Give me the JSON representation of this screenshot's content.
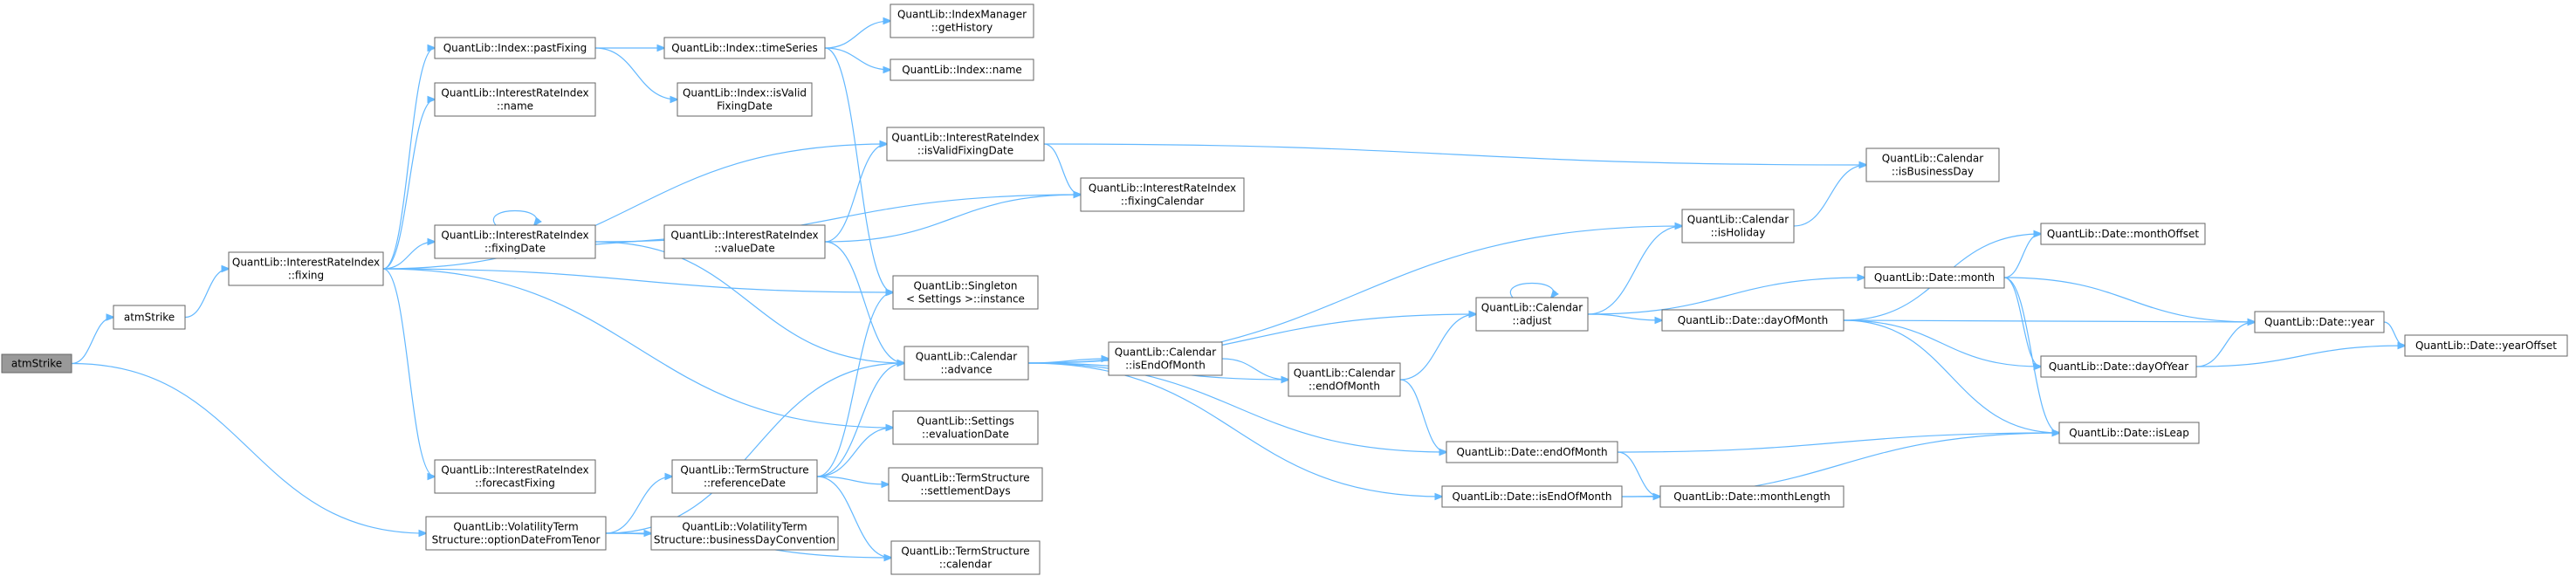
{
  "graph": {
    "colors": {
      "edge": "#63b8ff",
      "node_border": "#666666",
      "root_fill": "#999999",
      "node_fill": "#ffffff"
    },
    "nodes": [
      {
        "id": "atmStrike_root",
        "lines": [
          "atmStrike"
        ],
        "root": true
      },
      {
        "id": "atmStrike",
        "lines": [
          "atmStrike"
        ]
      },
      {
        "id": "iri_fixing",
        "lines": [
          "QuantLib::InterestRateIndex",
          "::fixing"
        ]
      },
      {
        "id": "idx_pastFixing",
        "lines": [
          "QuantLib::Index::pastFixing"
        ]
      },
      {
        "id": "iri_name",
        "lines": [
          "QuantLib::InterestRateIndex",
          "::name"
        ]
      },
      {
        "id": "iri_fixingDate",
        "lines": [
          "QuantLib::InterestRateIndex",
          "::fixingDate"
        ]
      },
      {
        "id": "iri_forecastFixing",
        "lines": [
          "QuantLib::InterestRateIndex",
          "::forecastFixing"
        ]
      },
      {
        "id": "vts_optionDate",
        "lines": [
          "QuantLib::VolatilityTerm",
          "Structure::optionDateFromTenor"
        ]
      },
      {
        "id": "idx_timeSeries",
        "lines": [
          "QuantLib::Index::timeSeries"
        ]
      },
      {
        "id": "idx_isValidFixingDate",
        "lines": [
          "QuantLib::Index::isValid",
          "FixingDate"
        ]
      },
      {
        "id": "iri_valueDate",
        "lines": [
          "QuantLib::InterestRateIndex",
          "::valueDate"
        ]
      },
      {
        "id": "ts_referenceDate",
        "lines": [
          "QuantLib::TermStructure",
          "::referenceDate"
        ]
      },
      {
        "id": "vts_bdc",
        "lines": [
          "QuantLib::VolatilityTerm",
          "Structure::businessDayConvention"
        ]
      },
      {
        "id": "im_getHistory",
        "lines": [
          "QuantLib::IndexManager",
          "::getHistory"
        ]
      },
      {
        "id": "idx_name",
        "lines": [
          "QuantLib::Index::name"
        ]
      },
      {
        "id": "iri_isValidFixingDate",
        "lines": [
          "QuantLib::InterestRateIndex",
          "::isValidFixingDate"
        ]
      },
      {
        "id": "singleton_instance",
        "lines": [
          "QuantLib::Singleton",
          "< Settings >::instance"
        ]
      },
      {
        "id": "cal_advance",
        "lines": [
          "QuantLib::Calendar",
          "::advance"
        ]
      },
      {
        "id": "settings_evalDate",
        "lines": [
          "QuantLib::Settings",
          "::evaluationDate"
        ]
      },
      {
        "id": "ts_settlementDays",
        "lines": [
          "QuantLib::TermStructure",
          "::settlementDays"
        ]
      },
      {
        "id": "ts_calendar",
        "lines": [
          "QuantLib::TermStructure",
          "::calendar"
        ]
      },
      {
        "id": "iri_fixingCalendar",
        "lines": [
          "QuantLib::InterestRateIndex",
          "::fixingCalendar"
        ]
      },
      {
        "id": "cal_isEndOfMonth",
        "lines": [
          "QuantLib::Calendar",
          "::isEndOfMonth"
        ]
      },
      {
        "id": "cal_endOfMonth",
        "lines": [
          "QuantLib::Calendar",
          "::endOfMonth"
        ]
      },
      {
        "id": "cal_adjust",
        "lines": [
          "QuantLib::Calendar",
          "::adjust"
        ]
      },
      {
        "id": "date_endOfMonth",
        "lines": [
          "QuantLib::Date::endOfMonth"
        ]
      },
      {
        "id": "date_isEndOfMonth",
        "lines": [
          "QuantLib::Date::isEndOfMonth"
        ]
      },
      {
        "id": "cal_isHoliday",
        "lines": [
          "QuantLib::Calendar",
          "::isHoliday"
        ]
      },
      {
        "id": "date_dayOfMonth",
        "lines": [
          "QuantLib::Date::dayOfMonth"
        ]
      },
      {
        "id": "date_monthLength",
        "lines": [
          "QuantLib::Date::monthLength"
        ]
      },
      {
        "id": "cal_isBusinessDay",
        "lines": [
          "QuantLib::Calendar",
          "::isBusinessDay"
        ]
      },
      {
        "id": "date_monthOffset",
        "lines": [
          "QuantLib::Date::monthOffset"
        ]
      },
      {
        "id": "date_month",
        "lines": [
          "QuantLib::Date::month"
        ]
      },
      {
        "id": "date_dayOfYear",
        "lines": [
          "QuantLib::Date::dayOfYear"
        ]
      },
      {
        "id": "date_isLeap",
        "lines": [
          "QuantLib::Date::isLeap"
        ]
      },
      {
        "id": "date_year",
        "lines": [
          "QuantLib::Date::year"
        ]
      },
      {
        "id": "date_yearOffset",
        "lines": [
          "QuantLib::Date::yearOffset"
        ]
      }
    ],
    "edges": [
      [
        "atmStrike_root",
        "atmStrike"
      ],
      [
        "atmStrike_root",
        "vts_optionDate"
      ],
      [
        "atmStrike",
        "iri_fixing"
      ],
      [
        "iri_fixing",
        "idx_pastFixing"
      ],
      [
        "iri_fixing",
        "iri_name"
      ],
      [
        "iri_fixing",
        "iri_isValidFixingDate"
      ],
      [
        "iri_fixing",
        "iri_fixingDate"
      ],
      [
        "iri_fixing",
        "singleton_instance"
      ],
      [
        "iri_fixing",
        "settings_evalDate"
      ],
      [
        "iri_fixing",
        "iri_forecastFixing"
      ],
      [
        "idx_pastFixing",
        "idx_timeSeries"
      ],
      [
        "idx_pastFixing",
        "idx_isValidFixingDate"
      ],
      [
        "idx_timeSeries",
        "im_getHistory"
      ],
      [
        "idx_timeSeries",
        "idx_name"
      ],
      [
        "idx_timeSeries",
        "singleton_instance"
      ],
      [
        "iri_isValidFixingDate",
        "iri_fixingCalendar"
      ],
      [
        "iri_isValidFixingDate",
        "cal_isBusinessDay"
      ],
      [
        "iri_fixingDate",
        "iri_fixingDate"
      ],
      [
        "iri_fixingDate",
        "iri_fixingCalendar"
      ],
      [
        "iri_fixingDate",
        "cal_advance"
      ],
      [
        "iri_valueDate",
        "iri_fixingDate"
      ],
      [
        "iri_valueDate",
        "iri_fixingCalendar"
      ],
      [
        "iri_valueDate",
        "iri_isValidFixingDate"
      ],
      [
        "iri_valueDate",
        "cal_advance"
      ],
      [
        "vts_optionDate",
        "cal_advance"
      ],
      [
        "vts_optionDate",
        "ts_referenceDate"
      ],
      [
        "vts_optionDate",
        "vts_bdc"
      ],
      [
        "vts_optionDate",
        "ts_calendar"
      ],
      [
        "ts_referenceDate",
        "singleton_instance"
      ],
      [
        "ts_referenceDate",
        "cal_advance"
      ],
      [
        "ts_referenceDate",
        "settings_evalDate"
      ],
      [
        "ts_referenceDate",
        "ts_settlementDays"
      ],
      [
        "ts_referenceDate",
        "ts_calendar"
      ],
      [
        "cal_advance",
        "cal_isHoliday"
      ],
      [
        "cal_advance",
        "cal_adjust"
      ],
      [
        "cal_advance",
        "cal_isEndOfMonth"
      ],
      [
        "cal_advance",
        "cal_endOfMonth"
      ],
      [
        "cal_advance",
        "date_endOfMonth"
      ],
      [
        "cal_advance",
        "date_isEndOfMonth"
      ],
      [
        "cal_isEndOfMonth",
        "cal_endOfMonth"
      ],
      [
        "cal_endOfMonth",
        "cal_adjust"
      ],
      [
        "cal_endOfMonth",
        "date_endOfMonth"
      ],
      [
        "cal_adjust",
        "cal_adjust"
      ],
      [
        "cal_adjust",
        "cal_isHoliday"
      ],
      [
        "cal_adjust",
        "date_month"
      ],
      [
        "cal_adjust",
        "date_dayOfMonth"
      ],
      [
        "cal_isHoliday",
        "cal_isBusinessDay"
      ],
      [
        "date_dayOfMonth",
        "date_monthOffset"
      ],
      [
        "date_dayOfMonth",
        "date_year"
      ],
      [
        "date_dayOfMonth",
        "date_dayOfYear"
      ],
      [
        "date_dayOfMonth",
        "date_isLeap"
      ],
      [
        "date_month",
        "date_monthOffset"
      ],
      [
        "date_month",
        "date_year"
      ],
      [
        "date_month",
        "date_dayOfYear"
      ],
      [
        "date_month",
        "date_isLeap"
      ],
      [
        "date_dayOfYear",
        "date_year"
      ],
      [
        "date_year",
        "date_yearOffset"
      ],
      [
        "date_dayOfYear",
        "date_yearOffset"
      ],
      [
        "date_endOfMonth",
        "date_isLeap"
      ],
      [
        "date_endOfMonth",
        "date_monthLength"
      ],
      [
        "date_isEndOfMonth",
        "date_monthLength"
      ],
      [
        "date_isEndOfMonth",
        "date_isLeap"
      ]
    ]
  }
}
